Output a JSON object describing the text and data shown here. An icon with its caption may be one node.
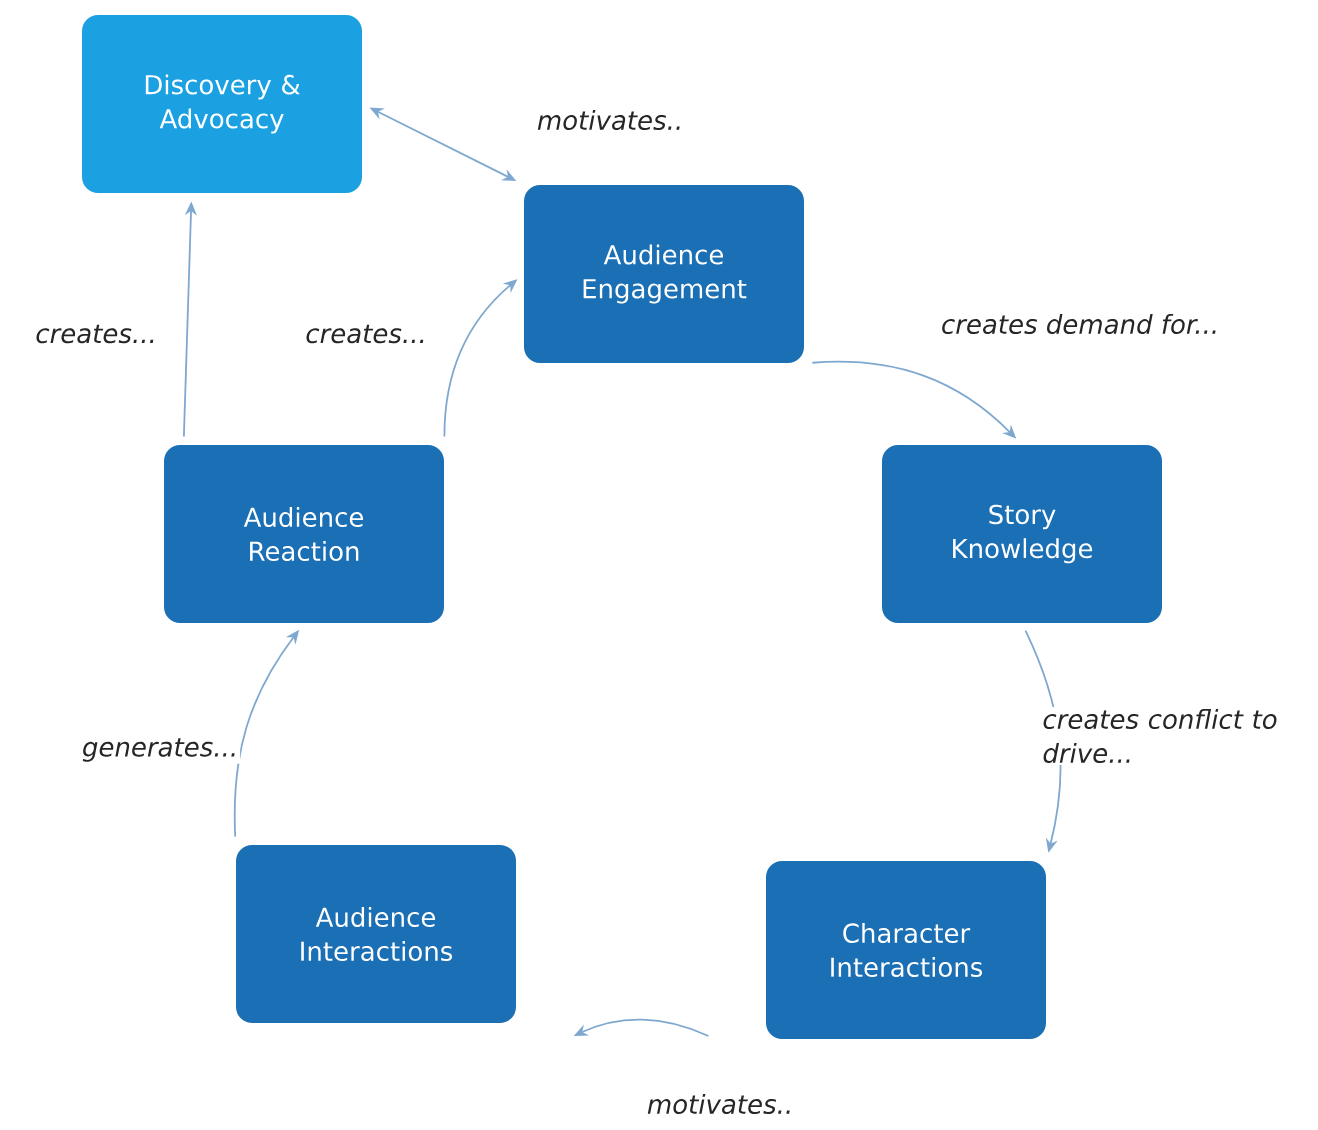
{
  "diagram": {
    "nodes": [
      {
        "text": [
          "Discovery & Advocacy"
        ]
      },
      {
        "text": [
          "Audience Engagement"
        ]
      },
      {
        "text": [
          "Story Knowledge"
        ]
      },
      {
        "text": [
          "Character Interactions"
        ]
      },
      {
        "text": [
          "Audience Interactions"
        ]
      },
      {
        "text": [
          "Audience Reaction"
        ]
      }
    ],
    "edges": [
      {
        "from": 0,
        "to": 1,
        "arrow": "both",
        "label": "motivates.."
      },
      {
        "from": 1,
        "to": 2,
        "arrow": "to",
        "label": "creates demand for..."
      },
      {
        "from": 2,
        "to": 3,
        "arrow": "to",
        "label": "creates conflict to drive..."
      },
      {
        "from": 3,
        "to": 4,
        "arrow": "to",
        "label": "motivates.."
      },
      {
        "from": 4,
        "to": 5,
        "arrow": "to",
        "label": "generates..."
      },
      {
        "from": 5,
        "to": 1,
        "arrow": "to",
        "label": "creates..."
      },
      {
        "from": 5,
        "to": 0,
        "arrow": "to",
        "label": "creates..."
      }
    ]
  }
}
